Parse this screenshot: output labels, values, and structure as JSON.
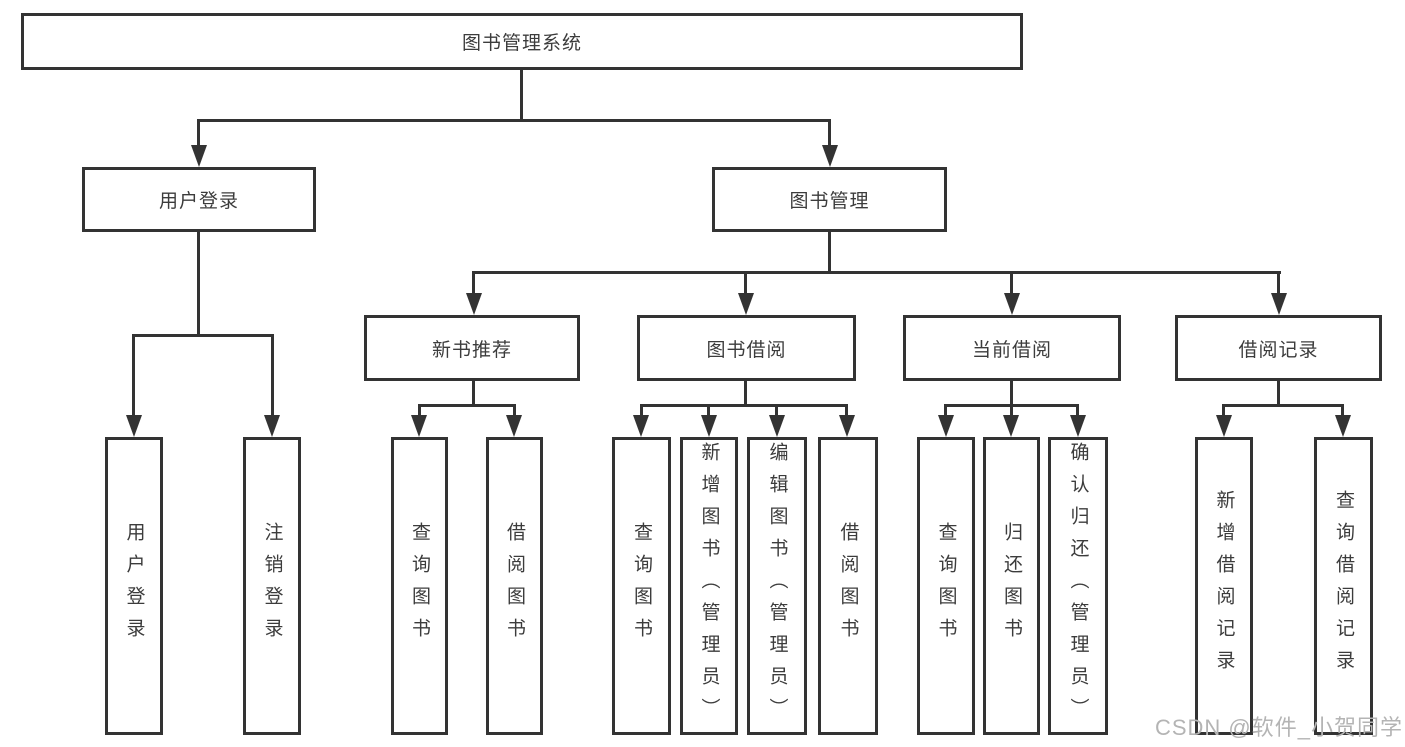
{
  "diagram": {
    "root": {
      "label": "图书管理系统"
    },
    "level1": [
      {
        "label": "用户登录"
      },
      {
        "label": "图书管理"
      }
    ],
    "level2": [
      {
        "label": "新书推荐"
      },
      {
        "label": "图书借阅"
      },
      {
        "label": "当前借阅"
      },
      {
        "label": "借阅记录"
      }
    ],
    "leaves": {
      "user": [
        "用户登录",
        "注销登录"
      ],
      "recommend": [
        "查询图书",
        "借阅图书"
      ],
      "borrow": [
        "查询图书",
        "新增图书（管理员）",
        "编辑图书（管理员）",
        "借阅图书"
      ],
      "current": [
        "查询图书",
        "归还图书",
        "确认归还（管理员）"
      ],
      "records": [
        "新增借阅记录",
        "查询借阅记录"
      ]
    }
  },
  "watermark": "CSDN @软件_小贺同学",
  "colors": {
    "line": "#333333",
    "text": "#3c3c3c",
    "watermark": "#b4b4b4",
    "background": "#ffffff"
  }
}
